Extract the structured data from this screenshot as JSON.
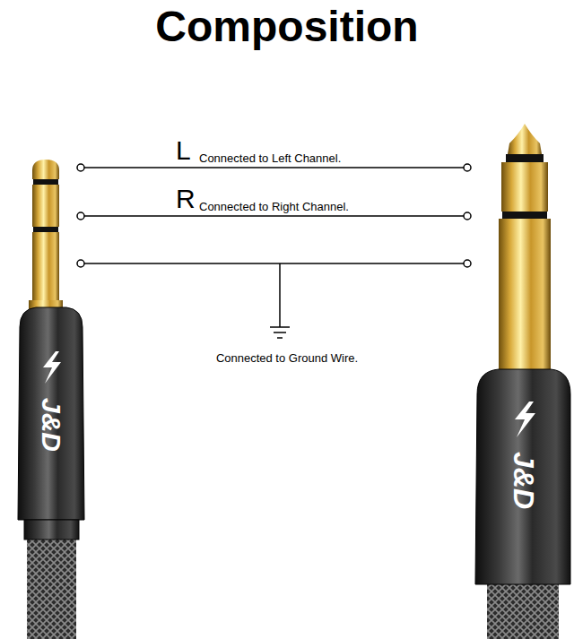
{
  "diagram": {
    "title": "Composition",
    "labels": [
      "L",
      "Connected to Left Channel.",
      "R",
      "Connected to Right Channel.",
      "Connected to Ground Wire.",
      "J&D",
      "J&D"
    ]
  }
}
